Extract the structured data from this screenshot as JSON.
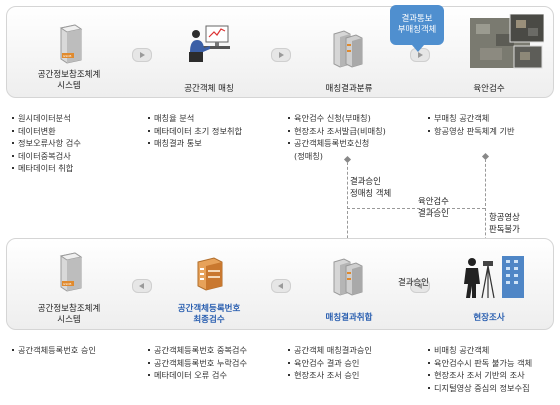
{
  "top": {
    "steps": [
      {
        "title": "공간정보참조체계\n시스템",
        "icon": "gis-server-icon",
        "items": [
          "원시데이터분석",
          "데이터변환",
          "정보오류사항 검수",
          "데이터중복검사",
          "메타데이터 취합"
        ]
      },
      {
        "title": "공간객체 매칭",
        "icon": "operator-computer-icon",
        "items": [
          "매칭율 분석",
          "메타데이터 초기 정보취합",
          "매칭결과 통보"
        ]
      },
      {
        "title": "매칭결과분류",
        "icon": "server-icon",
        "items": [
          "육안검수 신청(부매칭)",
          "현장조사 조서발급(비매칭)",
          "공간객체등록번호신청\n(정매칭)"
        ]
      },
      {
        "title": "육안검수",
        "icon": "aerial-photo-icon",
        "items": [
          "부매칭 공간객체",
          "항공영상 판독체계 기반"
        ]
      }
    ],
    "bubble": "결과통보\n부매칭객체"
  },
  "bottom": {
    "steps": [
      {
        "title": "공간정보참조체계\n시스템",
        "icon": "gis-server-icon",
        "highlight": false,
        "items": [
          "공간객체등록번호 승인"
        ]
      },
      {
        "title": "공간객체등록번호\n최종검수",
        "icon": "server-rack-icon",
        "highlight": true,
        "items": [
          "공간객체등록번호 중복검수",
          "공간객체등록번호 누락검수",
          "메타데이터 오류 검수"
        ]
      },
      {
        "title": "매칭결과취합",
        "icon": "server-icon",
        "highlight": true,
        "items": [
          "공간객체 매칭결과승인",
          "육안검수 결과 승인",
          "현장조사 조서 승인"
        ]
      },
      {
        "title": "현장조사",
        "icon": "surveyor-icon",
        "highlight": true,
        "items": [
          "비매칭 공간객체",
          "육안검수시 판독 불가능 객체",
          "현장조사 조서 기반의 조사",
          "디지털영상 중심의 정보수집"
        ]
      }
    ]
  },
  "flow_labels": {
    "result_approval_exact": "결과승인\n정매칭 객체",
    "visual_inspection_approval": "육안검수\n결과승인",
    "aerial_unreadable": "항공영상\n판독불가",
    "result_approval": "결과승인"
  },
  "colors": {
    "accent_blue": "#2a5fb0",
    "bubble": "#4f8fcf"
  }
}
